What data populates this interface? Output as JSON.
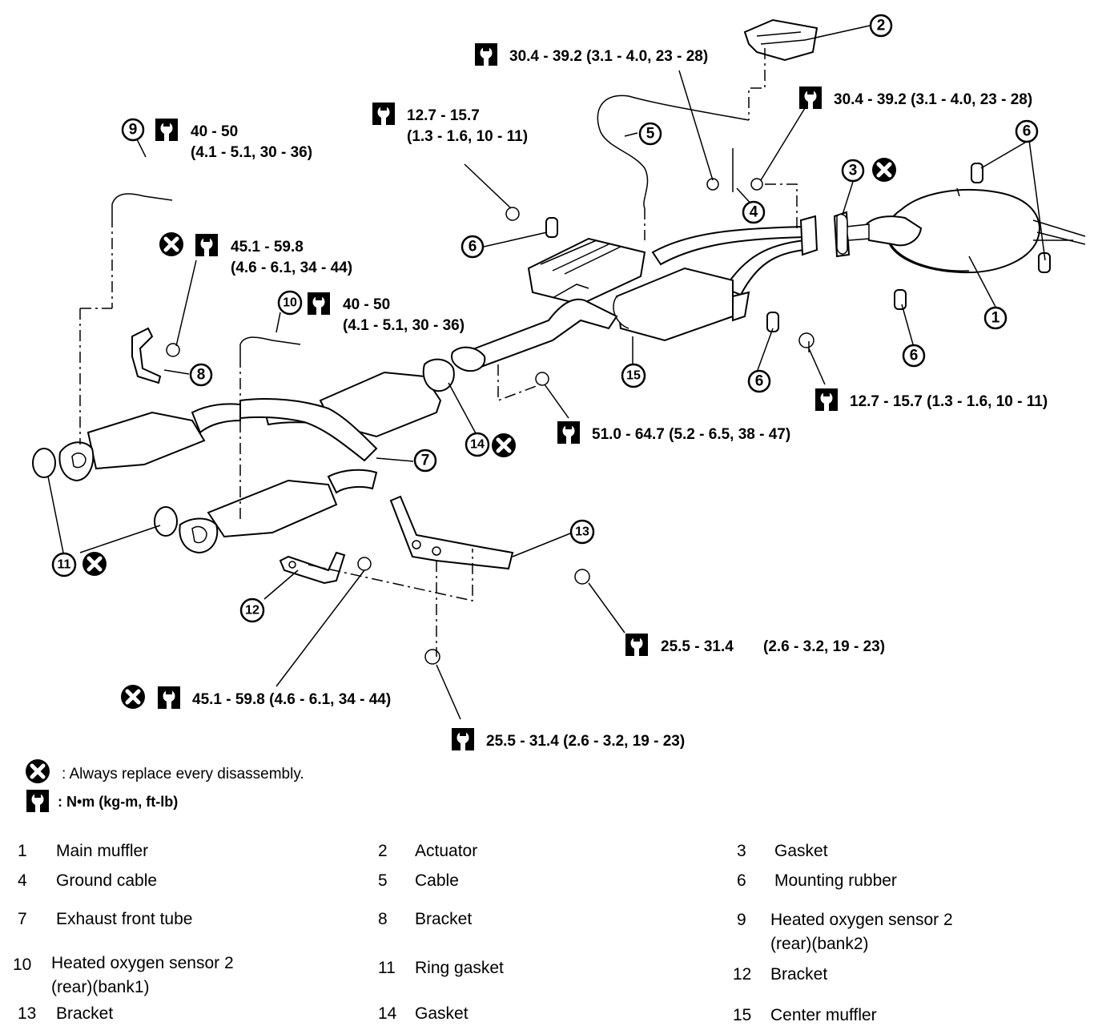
{
  "callouts": {
    "c1": "1",
    "c2": "2",
    "c3": "3",
    "c4": "4",
    "c5": "5",
    "c6a": "6",
    "c6b": "6",
    "c6c": "6",
    "c6d": "6",
    "c7": "7",
    "c8": "8",
    "c9": "9",
    "c10": "10",
    "c11": "11",
    "c12": "12",
    "c13": "13",
    "c14": "14",
    "c15": "15"
  },
  "torques": {
    "t_top_actuator": "30.4 - 39.2 (3.1 - 4.0, 23 - 28)",
    "t_right_actuator": "30.4 - 39.2 (3.1 - 4.0, 23 - 28)",
    "t_mount_top_l1": "12.7 - 15.7",
    "t_mount_top_l2": "(1.3 - 1.6, 10 - 11)",
    "t_sensor9_l1": "40 - 50",
    "t_sensor9_l2": "(4.1 - 5.1, 30 - 36)",
    "t_bracket8_l1": "45.1 - 59.8",
    "t_bracket8_l2": "(4.6 - 6.1, 34 - 44)",
    "t_sensor10_l1": "40 - 50",
    "t_sensor10_l2": "(4.1 - 5.1, 30 - 36)",
    "t_mount_right": "12.7 - 15.7 (1.3 - 1.6, 10 - 11)",
    "t_flange": "51.0 - 64.7 (5.2 - 6.5, 38 - 47)",
    "t_bracket13_a": "25.5 - 31.4",
    "t_bracket13_b": "(2.6 - 3.2, 19 - 23)",
    "t_bracket12": "45.1 - 59.8 (4.6 - 6.1, 34 - 44)",
    "t_bracket13_bolt": "25.5 - 31.4 (2.6 - 3.2, 19 - 23)"
  },
  "legend": {
    "replace_text": ": Always replace every disassembly.",
    "torque_text": ":  N•m  (kg-m,  ft-lb)"
  },
  "parts": [
    {
      "num": "1",
      "name": "Main muffler"
    },
    {
      "num": "2",
      "name": "Actuator"
    },
    {
      "num": "3",
      "name": "Gasket"
    },
    {
      "num": "4",
      "name": "Ground cable"
    },
    {
      "num": "5",
      "name": "Cable"
    },
    {
      "num": "6",
      "name": "Mounting rubber"
    },
    {
      "num": "7",
      "name": "Exhaust front tube"
    },
    {
      "num": "8",
      "name": "Bracket"
    },
    {
      "num": "9",
      "name": "Heated oxygen sensor 2",
      "name2": "(rear)(bank2)"
    },
    {
      "num": "10",
      "name": "Heated oxygen sensor 2",
      "name2": "(rear)(bank1)"
    },
    {
      "num": "11",
      "name": "Ring gasket"
    },
    {
      "num": "12",
      "name": "Bracket"
    },
    {
      "num": "13",
      "name": "Bracket"
    },
    {
      "num": "14",
      "name": "Gasket"
    },
    {
      "num": "15",
      "name": "Center muffler"
    }
  ]
}
